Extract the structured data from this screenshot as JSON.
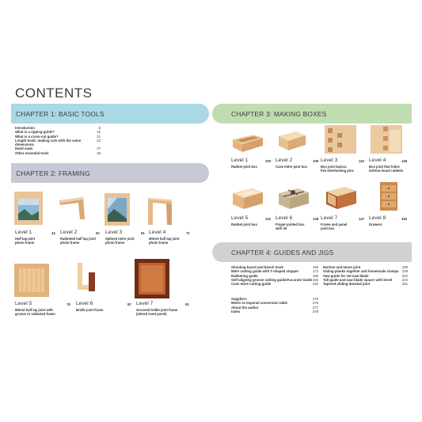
{
  "page_title": "CONTENTS",
  "chapters": {
    "basic_tools": {
      "title": "CHAPTER 1: BASIC TOOLS",
      "entries": [
        {
          "label": "Introduction",
          "page": "6"
        },
        {
          "label": "What is a ripping guide?",
          "page": "12"
        },
        {
          "label": "What is a cross-cut guide?",
          "page": "21"
        },
        {
          "label": "Length hook: making cuts with the same dimensions",
          "page": "23"
        },
        {
          "label": "Hand saws",
          "page": "27"
        },
        {
          "label": "Other essential tools",
          "page": "36"
        }
      ]
    },
    "framing": {
      "title": "CHAPTER 2: FRAMING",
      "levels": [
        {
          "level": "Level 1",
          "page": "43",
          "desc": "Half lap joint\nphoto frame"
        },
        {
          "level": "Level 2",
          "page": "52",
          "desc": "Rabbeted half lap joint\nphoto frame"
        },
        {
          "level": "Level 3",
          "page": "61",
          "desc": "Splined mitre joint\nphoto frame"
        },
        {
          "level": "Level 4",
          "page": "71",
          "desc": "Mitred half lap joint\nphoto frame"
        },
        {
          "level": "Level 5",
          "page": "78",
          "desc": "Mitred half lap joint with\ngroove or rabbeted frame"
        },
        {
          "level": "Level 6",
          "page": "87",
          "desc": "Bridle joint frame"
        },
        {
          "level": "Level 7",
          "page": "93",
          "desc": "Grooved bridle joint frame\n(mitred inset panel)"
        }
      ]
    },
    "making_boxes": {
      "title": "CHAPTER 3: MAKING BOXES",
      "levels": [
        {
          "level": "Level 1",
          "page": "100",
          "desc": "Rabbet joint box"
        },
        {
          "level": "Level 2",
          "page": "105",
          "desc": "Case mitre joint box"
        },
        {
          "level": "Level 3",
          "page": "116",
          "desc": "Box joint basics:\nfive interlocking pins"
        },
        {
          "level": "Level 4",
          "page": "126",
          "desc": "Box joint that hides\nbottom board rabbets"
        },
        {
          "level": "Level 5",
          "page": "131",
          "desc": "Rabbet joint box"
        },
        {
          "level": "Level 6",
          "page": "138",
          "desc": "Finger-jointed box\nwith lid"
        },
        {
          "level": "Level 7",
          "page": "147",
          "desc": "Frame and panel\njoint box"
        },
        {
          "level": "Level 8",
          "page": "153",
          "desc": "Drawers"
        }
      ]
    },
    "guides_jigs": {
      "title": "CHAPTER 4: GUIDES AND JIGS",
      "col1": [
        {
          "label": "Shooting board and bench hook",
          "page": "160"
        },
        {
          "label": "Mitre cutting guide with T-shaped stopper",
          "page": "172"
        },
        {
          "label": "Rabbeting guide",
          "page": "186"
        },
        {
          "label": "Self-aligning groove cutting guide/Accurate Guide",
          "page": "192"
        },
        {
          "label": "Case mitre cutting guide",
          "page": "220"
        }
      ],
      "col2": [
        {
          "label": "Mortise and tenon joint",
          "page": "230"
        },
        {
          "label": "Gluing planks together and homemade clamps",
          "page": "239"
        },
        {
          "label": "Saw guide for set-saw blade",
          "page": "242"
        },
        {
          "label": "Tall guide and saw blade spacer with bevel",
          "page": "244"
        },
        {
          "label": "Tapered sliding dovetail joint",
          "page": "251"
        }
      ],
      "col3": [
        {
          "label": "Suppliers",
          "page": "275"
        },
        {
          "label": "Metric to imperial conversion table",
          "page": "276"
        },
        {
          "label": "About the author",
          "page": "277"
        },
        {
          "label": "Index",
          "page": "278"
        }
      ]
    }
  },
  "colors": {
    "chapter1": "#a9d9e4",
    "chapter2": "#c8c9d7",
    "chapter3": "#c0ddb2",
    "chapter4": "#d1d1d1",
    "wood": "#e2b98a"
  }
}
